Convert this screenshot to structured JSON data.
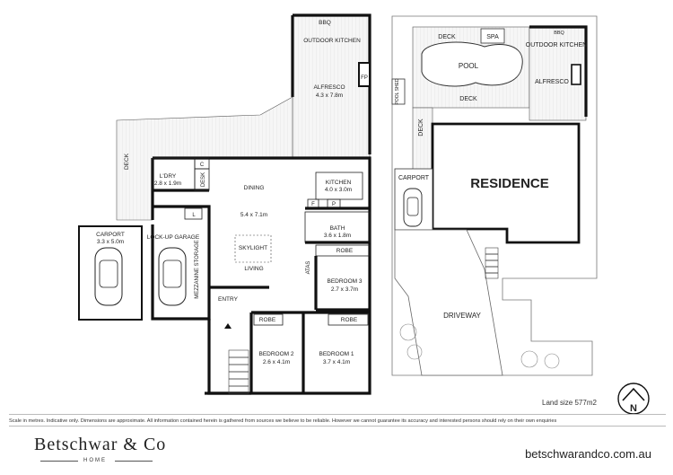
{
  "rooms": {
    "bbq": "BBQ",
    "outdoor_kitchen": "OUTDOOR KITCHEN",
    "fp": "FP",
    "alfresco": "ALFRESCO",
    "alfresco_size": "4.3 x 7.8m",
    "deck": "DECK",
    "laundry": "L'DRY",
    "laundry_size": "2.8 x 1.9m",
    "desk": "DESK",
    "c": "C",
    "l": "L",
    "dining": "DINING",
    "kitchen": "KITCHEN",
    "kitchen_size": "4.0 x 3.0m",
    "living_size": "5.4 x 7.1m",
    "skylight": "SKYLIGHT",
    "living": "LIVING",
    "f": "F",
    "p": "P",
    "bath": "BATH",
    "bath_size": "3.6 x 1.8m",
    "robe": "ROBE",
    "atas": "ATAS",
    "bedroom3": "BEDROOM 3",
    "bedroom3_size": "2.7 x 3.7m",
    "carport": "CARPORT",
    "carport_size": "3.3 x 5.0m",
    "lockup_garage": "LOCK-UP GARAGE",
    "mezzanine_storage": "MEZZANINE STORAGE",
    "entry": "ENTRY",
    "bedroom2": "BEDROOM 2",
    "bedroom2_size": "2.6 x 4.1m",
    "bedroom1": "BEDROOM 1",
    "bedroom1_size": "3.7 x 4.1m"
  },
  "site": {
    "deck": "DECK",
    "spa": "SPA",
    "pool": "POOL",
    "bbq": "BBQ",
    "outdoor_kitchen": "OUTDOOR KITCHEN",
    "alfresco": "ALFRESCO",
    "pool_shed": "POOL SHED",
    "carport": "CARPORT",
    "residence": "RESIDENCE",
    "driveway": "DRIVEWAY"
  },
  "land_size": "Land size 577m2",
  "north": "N",
  "disclaimer": "Scale in metres. Indicative only. Dimensions are approximate. All information contained herein is gathered from sources we believe to be reliable. However we cannot guarantee its accuracy and interested persons should rely on their own enquiries",
  "brand": {
    "name": "Betschwar & Co",
    "sub": "HOME",
    "website": "betschwarandco.com.au"
  },
  "colors": {
    "wall": "#111111",
    "deck": "#f3f3f3",
    "line": "#222222"
  }
}
